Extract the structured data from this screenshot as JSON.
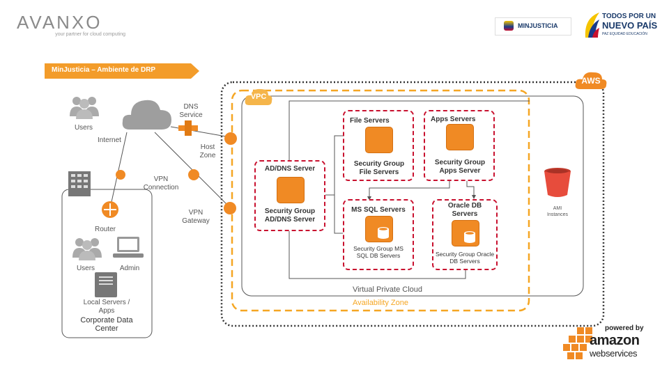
{
  "header": {
    "logo_text": "AVANXO",
    "logo_tagline": "your partner for cloud computing",
    "minjusticia": "MINJUSTICIA",
    "todos_line1": "TODOS POR UN",
    "todos_line2": "NUEVO PAÍS",
    "todos_line3": "PAZ  EQUIDAD  EDUCACIÓN"
  },
  "banner": {
    "title": "MinJusticia – Ambiente de DRP"
  },
  "aws": {
    "badge": "AWS",
    "vpc_badge": "VPC"
  },
  "labels": {
    "users_top": "Users",
    "internet": "Internet",
    "dns_service": "DNS Service",
    "host_zone": "Host Zone",
    "vpn_connection": "VPN Connection",
    "vpn_gateway": "VPN Gateway",
    "router": "Router",
    "users_bottom": "Users",
    "admin": "Admin",
    "local_servers": "Local Servers / Apps",
    "corporate_dc": "Corporate Data Center",
    "virtual_private_cloud": "Virtual Private Cloud",
    "availability_zone": "Availability Zone",
    "ami_instances": "AMI Instances"
  },
  "servers": {
    "addns": {
      "title": "AD/DNS Server",
      "group": "Security Group AD/DNS Server"
    },
    "file": {
      "title": "File Servers",
      "group": "Security Group File Servers"
    },
    "apps": {
      "title": "Apps Servers",
      "group": "Security Group Apps Server"
    },
    "mssql": {
      "title": "MS SQL Servers",
      "group": "Security Group MS SQL DB Servers"
    },
    "oracle": {
      "title": "Oracle DB Servers",
      "group": "Security Group Oracle DB Servers"
    }
  },
  "powered": {
    "line1": "powered by",
    "line2": "amazon",
    "line3": "webservices"
  },
  "colors": {
    "aws_orange": "#f08a24",
    "sg_red": "#c8102e",
    "vpc_dash": "#f5a623",
    "cloud_gray": "#9e9e9e"
  }
}
